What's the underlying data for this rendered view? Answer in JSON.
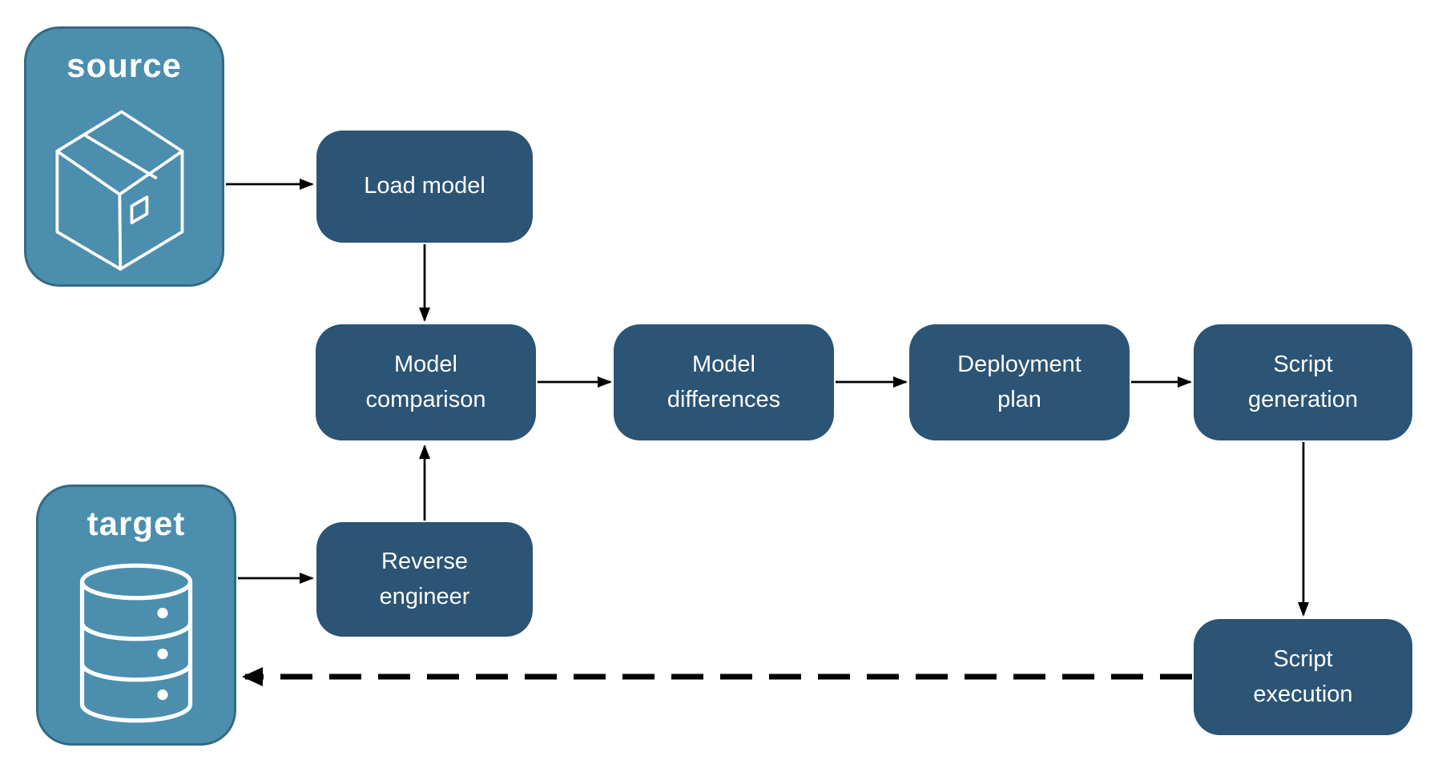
{
  "diagram": {
    "title": "model-driven database deployment flow",
    "colors": {
      "background": "#ffffff",
      "process_box": "#2b5475",
      "endpoint_box": "#4c8ead",
      "endpoint_border": "#336a84",
      "label_text": "#ffffff",
      "arrow": "#000000"
    },
    "endpoints": {
      "source": {
        "label": "source",
        "icon": "package-icon"
      },
      "target": {
        "label": "target",
        "icon": "database-icon"
      }
    },
    "steps": {
      "load_model": {
        "label": "Load model"
      },
      "model_comparison": {
        "label": "Model comparison"
      },
      "model_differences": {
        "label": "Model differences"
      },
      "deployment_plan": {
        "label": "Deployment plan"
      },
      "script_generation": {
        "label": "Script generation"
      },
      "reverse_engineer": {
        "label": "Reverse engineer"
      },
      "script_execution": {
        "label": "Script execution"
      }
    },
    "edges": [
      {
        "from": "source",
        "to": "load_model",
        "style": "solid"
      },
      {
        "from": "load_model",
        "to": "model_comparison",
        "style": "solid"
      },
      {
        "from": "model_comparison",
        "to": "model_differences",
        "style": "solid"
      },
      {
        "from": "model_differences",
        "to": "deployment_plan",
        "style": "solid"
      },
      {
        "from": "deployment_plan",
        "to": "script_generation",
        "style": "solid"
      },
      {
        "from": "script_generation",
        "to": "script_execution",
        "style": "solid"
      },
      {
        "from": "target",
        "to": "reverse_engineer",
        "style": "solid"
      },
      {
        "from": "reverse_engineer",
        "to": "model_comparison",
        "style": "solid"
      },
      {
        "from": "script_execution",
        "to": "target",
        "style": "dashed"
      }
    ]
  }
}
